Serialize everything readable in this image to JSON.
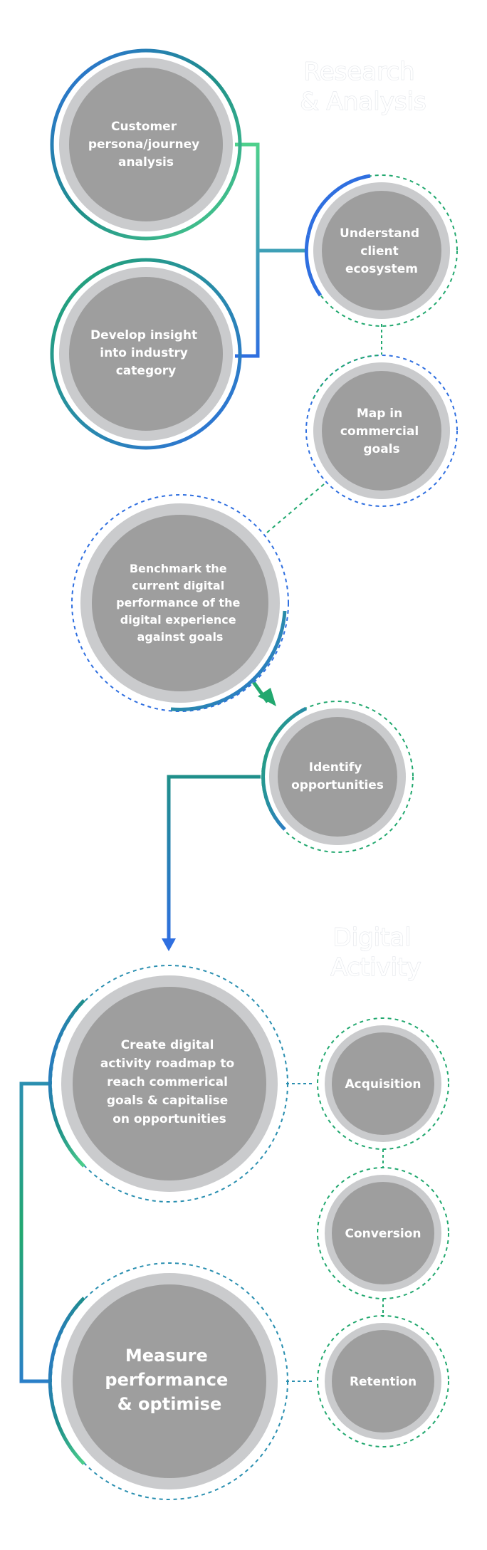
{
  "sections": {
    "research": [
      "Research",
      "& Analysis"
    ],
    "digital": [
      "Digital",
      "Activity"
    ]
  },
  "nodes": {
    "customer_persona": [
      "Customer",
      "persona/journey",
      "analysis"
    ],
    "industry_insight": [
      "Develop insight",
      "into industry",
      "category"
    ],
    "client_ecosystem": [
      "Understand",
      "client",
      "ecosystem"
    ],
    "commercial_goals": [
      "Map in",
      "commercial",
      "goals"
    ],
    "benchmark": [
      "Benchmark the",
      "current digital",
      "performance of the",
      "digital experience",
      "against goals"
    ],
    "opportunities": [
      "Identify",
      "opportunities"
    ],
    "roadmap": [
      "Create digital",
      "activity roadmap to",
      "reach commerical",
      "goals & capitalise",
      "on opportunities"
    ],
    "measure": [
      "Measure",
      "performance",
      "& optimise"
    ],
    "acquisition": [
      "Acquisition"
    ],
    "conversion": [
      "Conversion"
    ],
    "retention": [
      "Retention"
    ]
  },
  "colors": {
    "node_fill": "#9e9e9e",
    "node_halo": "#cacbcd",
    "accent_green": "#22a86f",
    "accent_blue": "#2f6fe0",
    "accent_light_green": "#4ed08c",
    "accent_teal": "#2a8fb0"
  }
}
